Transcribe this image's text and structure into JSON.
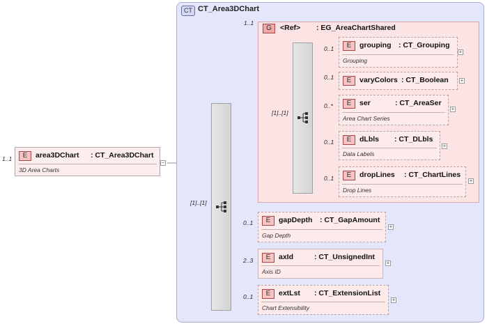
{
  "complex_type": {
    "badge": "CT",
    "name": "CT_Area3DChart"
  },
  "root": {
    "cardinality": "1..1",
    "badge": "E",
    "name": "area3DChart",
    "type": ": CT_Area3DChart",
    "description": "3D Area Charts",
    "expander": "−"
  },
  "outer_sequence": {
    "cardinality": "[1]..[1]"
  },
  "group": {
    "cardinality": "1..1",
    "badge": "G",
    "name": "<Ref>",
    "type": ": EG_AreaChartShared"
  },
  "inner_sequence": {
    "cardinality": "[1]..[1]"
  },
  "group_elements": [
    {
      "cardinality": "0..1",
      "badge": "E",
      "name": "grouping",
      "type": ": CT_Grouping",
      "description": "Grouping",
      "expander": "+"
    },
    {
      "cardinality": "0..1",
      "badge": "E",
      "name": "varyColors",
      "type": ": CT_Boolean",
      "description": "",
      "expander": "+"
    },
    {
      "cardinality": "0..*",
      "badge": "E",
      "name": "ser",
      "type": ": CT_AreaSer",
      "description": "Area Chart Series",
      "expander": "+"
    },
    {
      "cardinality": "0..1",
      "badge": "E",
      "name": "dLbls",
      "type": ": CT_DLbls",
      "description": "Data Labels",
      "expander": "+"
    },
    {
      "cardinality": "0..1",
      "badge": "E",
      "name": "dropLines",
      "type": ": CT_ChartLines",
      "description": "Drop Lines",
      "expander": "+"
    }
  ],
  "elements": [
    {
      "cardinality": "0..1",
      "badge": "E",
      "name": "gapDepth",
      "type": ": CT_GapAmount",
      "description": "Gap Depth",
      "expander": "+"
    },
    {
      "cardinality": "2..3",
      "badge": "E",
      "name": "axId",
      "type": ": CT_UnsignedInt",
      "description": "Axis ID",
      "expander": "+"
    },
    {
      "cardinality": "0..1",
      "badge": "E",
      "name": "extLst",
      "type": ": CT_ExtensionList",
      "description": "Chart Extensibility",
      "expander": "+"
    }
  ]
}
